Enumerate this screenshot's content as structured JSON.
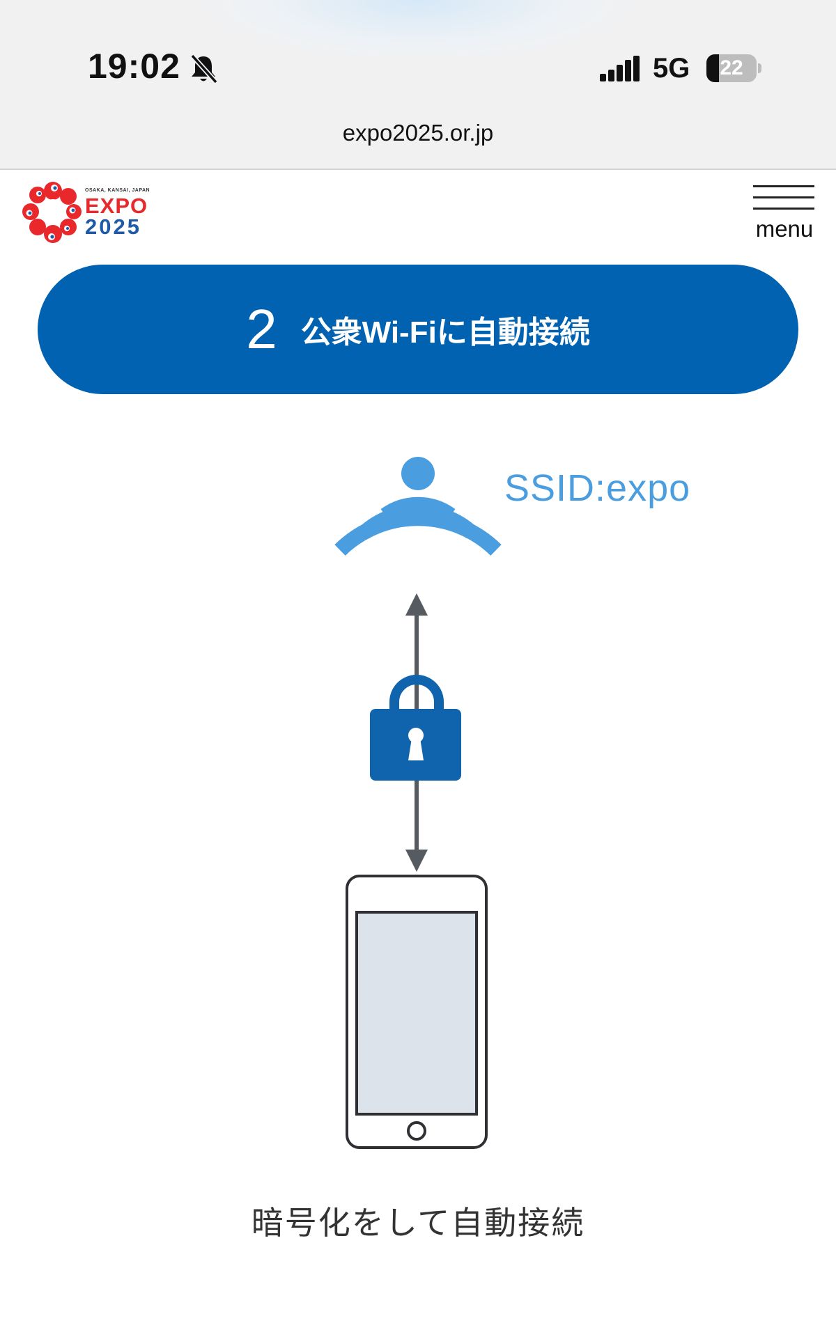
{
  "status_bar": {
    "time": "19:02",
    "network": "5G",
    "battery_level": "22",
    "icons": [
      "bell-slash-icon",
      "signal-icon",
      "battery-icon"
    ]
  },
  "browser": {
    "url": "expo2025.or.jp"
  },
  "header": {
    "logo": {
      "small_text": "OSAKA, KANSAI, JAPAN",
      "expo_text": "EXPO",
      "year_text": "2025"
    },
    "menu_label": "menu"
  },
  "step": {
    "number": "2",
    "title": "公衆Wi-Fiに自動接続"
  },
  "illustration": {
    "ssid_label": "SSID:expo",
    "caption": "暗号化をして自動接続",
    "icons": [
      "wifi-icon",
      "lock-icon",
      "smartphone-icon",
      "arrow-up-icon",
      "arrow-down-icon"
    ]
  },
  "colors": {
    "banner_blue": "#0062b0",
    "wifi_blue": "#4a9ee0",
    "lock_blue": "#0f64ad",
    "logo_red": "#e8282b",
    "logo_blue": "#1e5aa8"
  }
}
